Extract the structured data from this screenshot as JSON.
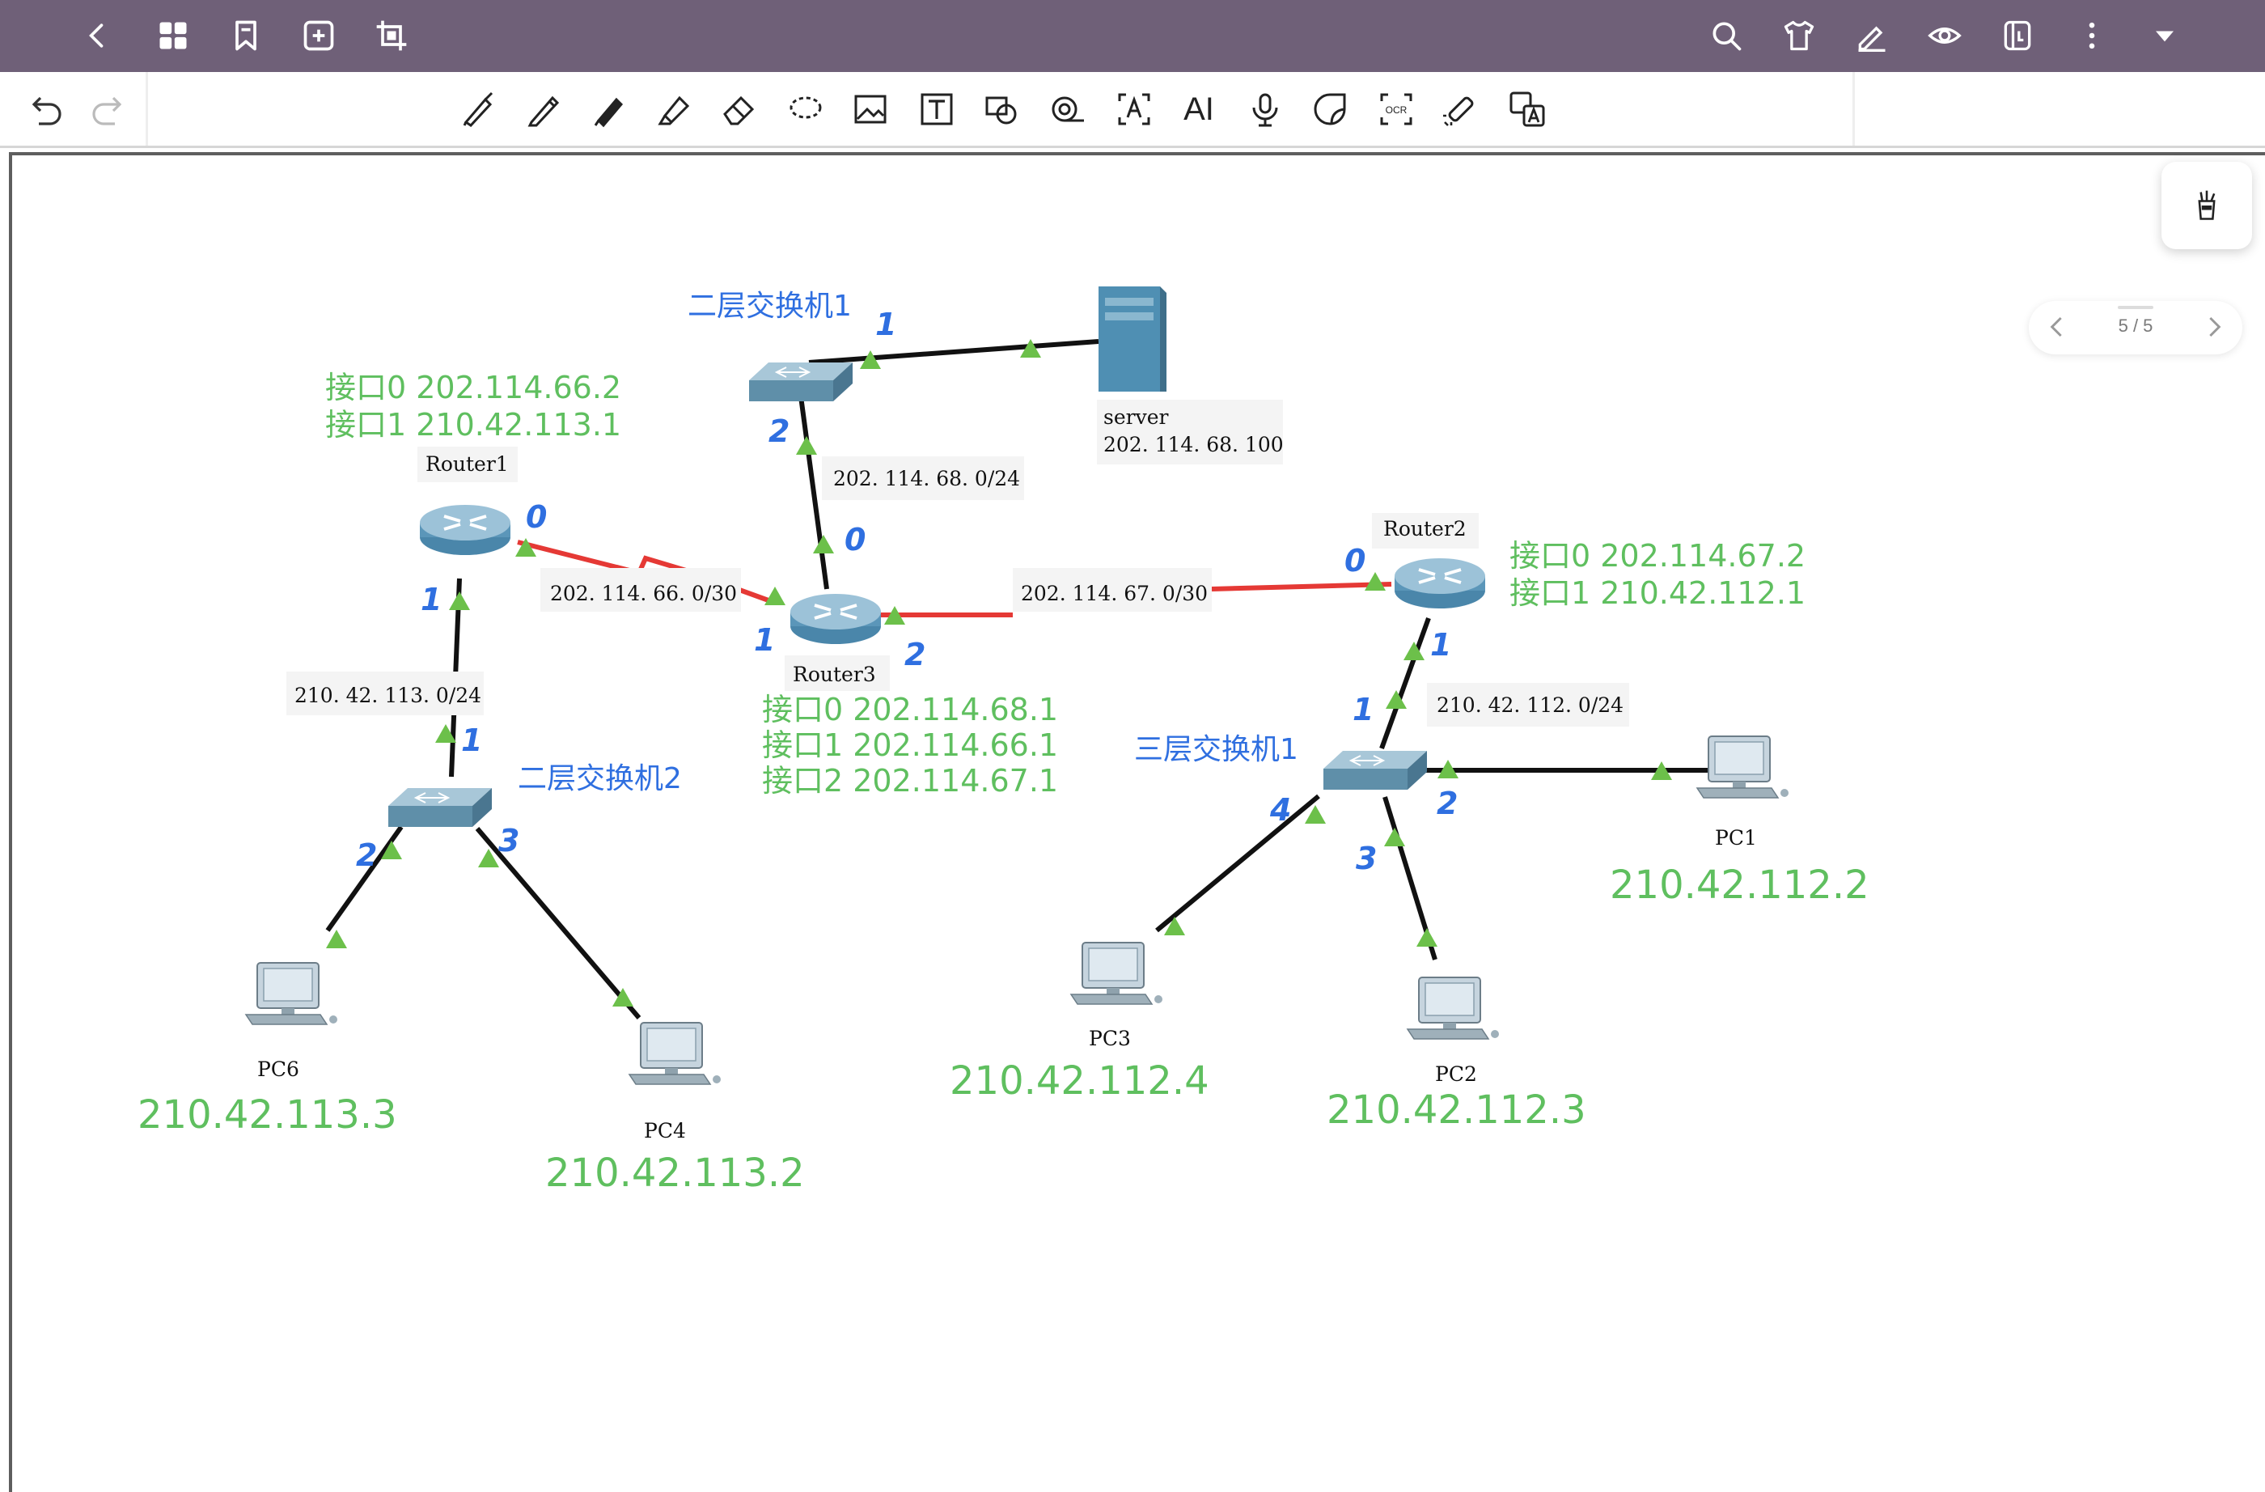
{
  "toolbar_top": {
    "left_icons": [
      "back-icon",
      "grid-icon",
      "bookmark-icon",
      "add-page-icon",
      "crop-icon"
    ],
    "right_icons": [
      "search-icon",
      "shirt-icon",
      "pen-edit-icon",
      "eye-icon",
      "notebook-icon",
      "more-icon",
      "dropdown-icon"
    ]
  },
  "toolbar_tools": {
    "history": [
      "undo-icon",
      "redo-icon"
    ],
    "tools": [
      "fountain-pen-icon",
      "pencil-icon",
      "ballpoint-pen-icon",
      "highlighter-icon",
      "eraser-icon",
      "lasso-icon",
      "image-icon",
      "text-box-icon",
      "shape-icon",
      "tape-icon",
      "text-recognize-icon",
      "ai-icon",
      "microphone-icon",
      "sticker-icon",
      "ocr-icon",
      "laser-pointer-icon",
      "translate-icon"
    ],
    "ai_label": "AI",
    "ocr_label": "OCR"
  },
  "pager": {
    "label": "5 / 5"
  },
  "diagram": {
    "devices": {
      "router1": "Router1",
      "router2": "Router2",
      "router3": "Router3",
      "server": "server",
      "server_ip": "202. 114. 68. 100",
      "pc1": "PC1",
      "pc2": "PC2",
      "pc3": "PC3",
      "pc4": "PC4",
      "pc6": "PC6"
    },
    "network_labels": {
      "net_68": "202. 114. 68. 0/24",
      "net_66": "202. 114. 66. 0/30",
      "net_67": "202. 114. 67. 0/30",
      "net_113": "210. 42. 113. 0/24",
      "net_112": "210. 42. 112. 0/24"
    },
    "blue_notes": {
      "switch_l2_1": "二层交换机1",
      "switch_l2_2": "二层交换机2",
      "switch_l3_1": "三层交换机1"
    },
    "port_numbers": {
      "sw1_p1": "1",
      "sw1_p2": "2",
      "r3_p0": "0",
      "r3_p1": "1",
      "r3_p2": "2",
      "r1_p0": "0",
      "r1_p1": "1",
      "sw2_p1": "1",
      "sw2_p2": "2",
      "sw2_p3": "3",
      "r2_p0": "0",
      "r2_p1": "1",
      "sw3_p1": "1",
      "sw3_p2": "2",
      "sw3_p3": "3",
      "sw3_p4": "4"
    },
    "green_notes": {
      "r1_if0": "接口0  202.114.66.2",
      "r1_if1": "接口1  210.42.113.1",
      "r3_if0": "接口0  202.114.68.1",
      "r3_if1": "接口1  202.114.66.1",
      "r3_if2": "接口2  202.114.67.1",
      "r2_if0": "接口0  202.114.67.2",
      "r2_if1": "接口1  210.42.112.1",
      "pc6_ip": "210.42.113.3",
      "pc4_ip": "210.42.113.2",
      "pc3_ip": "210.42.112.4",
      "pc2_ip": "210.42.112.3",
      "pc1_ip": "210.42.112.2"
    },
    "colors": {
      "handwriting_blue": "#2f6fe0",
      "handwriting_green": "#5fbf5f",
      "link_red": "#e53935",
      "link_black": "#111111",
      "port_triangle": "#6cc04a",
      "device_blue": "#4f8fb3"
    }
  }
}
